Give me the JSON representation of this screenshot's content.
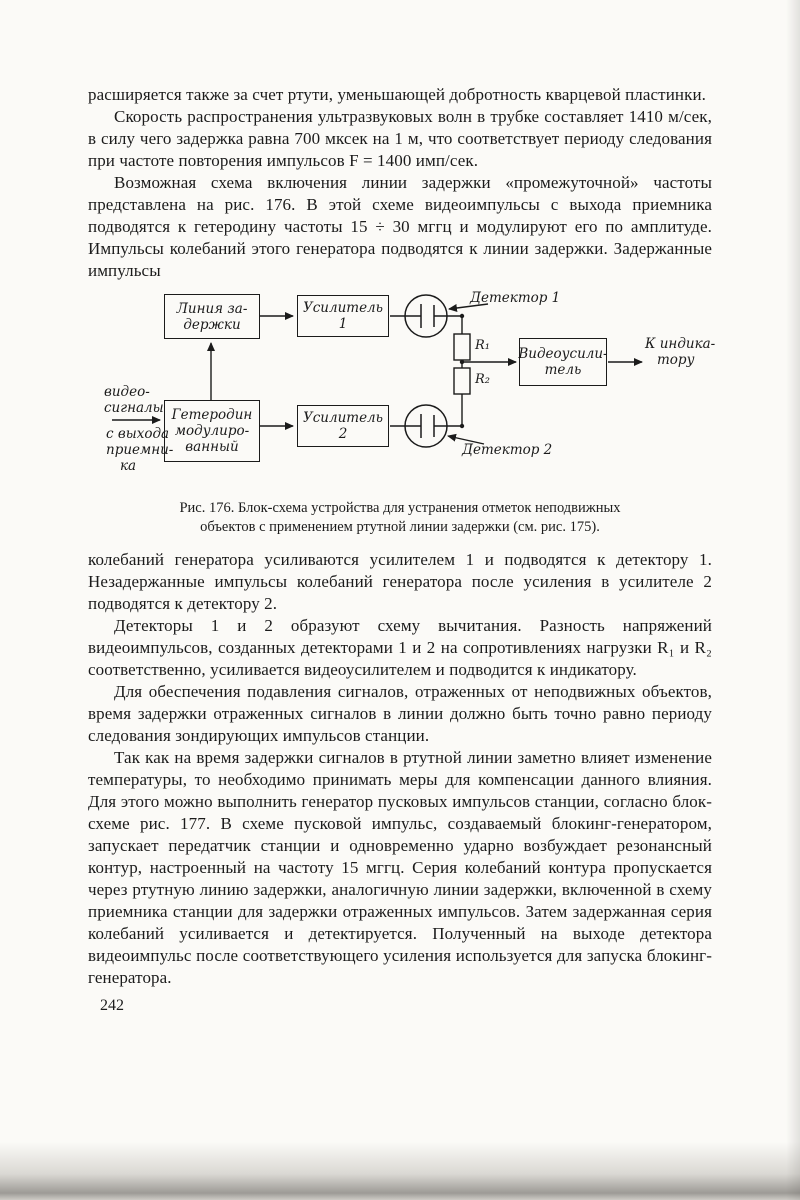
{
  "page": {
    "number": "242"
  },
  "paragraphs": [
    {
      "text": "расширяется также за счет ртути, уменьшающей добротность кварцевой пластинки."
    },
    {
      "text": "Скорость распространения ультразвуковых волн в трубке составляет 1410 м/сек, в силу чего задержка равна 700 мксек на 1 м, что соответствует периоду следования при частоте повторения импульсов F = 1400 имп/сек."
    },
    {
      "text": "Возможная схема включения линии задержки «промежуточной» частоты представлена на рис. 176. В этой схеме видеоимпульсы с выхода приемника подводятся к гетеродину частоты 15 ÷ 30 мггц и модулируют его по амплитуде. Импульсы колебаний этого генератора подводятся к линии задержки. Задержанные импульсы"
    },
    {
      "text": "колебаний генератора усиливаются усилителем 1 и подводятся к детектору 1. Незадержанные импульсы колебаний генератора после усиления в усилителе 2 подводятся к детектору 2."
    },
    {
      "text": "Детекторы 1 и 2 образуют схему вычитания. Разность напряжений видеоимпульсов, созданных детекторами 1 и 2 на сопротивлениях нагрузки R₁ и R₂ соответственно, усиливается видеоусилителем и подводится к индикатору."
    },
    {
      "text": "Для обеспечения подавления сигналов, отраженных от неподвижных объектов, время задержки отраженных сигналов в линии должно быть точно равно периоду следования зондирующих импульсов станции."
    },
    {
      "text": "Так как на время задержки сигналов в ртутной линии заметно влияет изменение температуры, то необходимо принимать меры для компенсации данного влияния. Для этого можно выполнить генератор пусковых импульсов станции, согласно блок-схеме рис. 177. В схеме пусковой импульс, создаваемый блокинг-генератором, запускает передатчик станции и одновременно ударно возбуждает резонансный контур, настроенный на частоту 15 мггц. Серия колебаний контура пропускается через ртутную линию задержки, аналогичную линии задержки, включенной в схему приемника станции для задержки отраженных импульсов. Затем задержанная серия колебаний усиливается и детектируется. Полученный на выходе детектора видеоимпульс после соответствующего усиления используется для запуска блокинг-генератора."
    }
  ],
  "figure": {
    "caption_line1": "Рис. 176. Блок-схема устройства для устранения отметок неподвижных",
    "caption_line2": "объектов с применением ртутной линии задержки (см. рис. 175)."
  },
  "diagram": {
    "video_signals_line1": "видео-",
    "video_signals_line2": "сигналы",
    "from_receiver_line1": "с выхода",
    "from_receiver_line2": "приемни-",
    "from_receiver_line3": "ка",
    "delay_line_line1": "Линия за-",
    "delay_line_line2": "держки",
    "amp1_line1": "Усилитель",
    "amp1_line2": "1",
    "amp2_line1": "Усилитель",
    "amp2_line2": "2",
    "heterodyne_line1": "Гетеродин",
    "heterodyne_line2": "модулиро-",
    "heterodyne_line3": "ванный",
    "detector1": "Детектор 1",
    "detector2": "Детектор 2",
    "r1": "R₁",
    "r2": "R₂",
    "video_amp_line1": "Видеоусили-",
    "video_amp_line2": "тель",
    "to_indicator_line1": "К индика-",
    "to_indicator_line2": "тору"
  }
}
